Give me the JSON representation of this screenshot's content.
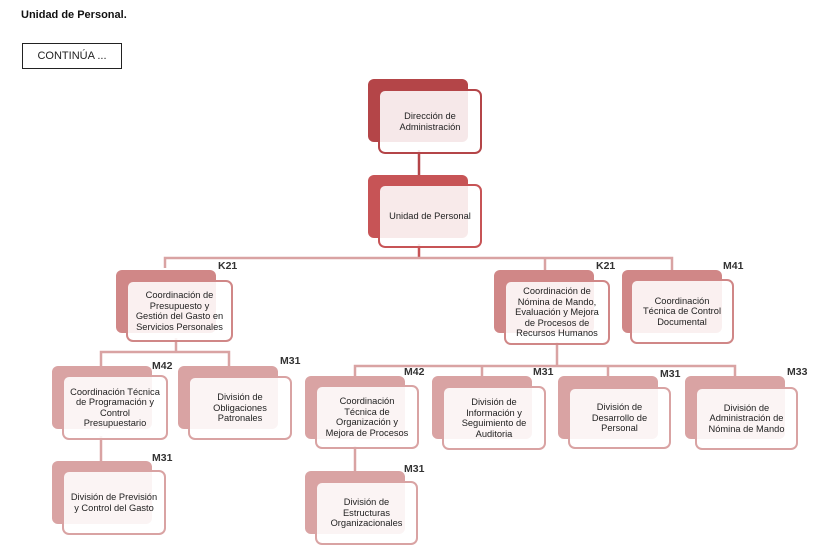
{
  "header": {
    "title": "Unidad de Personal.",
    "continue_button": "CONTINÚA ..."
  },
  "colors": {
    "level1": "#b44548",
    "level2": "#c75456",
    "level3": "#d08787",
    "level4": "#d9a3a3"
  },
  "nodes": [
    {
      "id": "direccion-administracion",
      "label": "Dirección de Administración",
      "level": 1,
      "code": ""
    },
    {
      "id": "unidad-personal",
      "label": "Unidad de Personal",
      "level": 2,
      "code": ""
    },
    {
      "id": "coord-presupuesto",
      "label": "Coordinación de Presupuesto y Gestión del Gasto en Servicios Personales",
      "level": 3,
      "code": "K21"
    },
    {
      "id": "coord-nomina-mando",
      "label": "Coordinación de Nómina de Mando, Evaluación y Mejora de Procesos de Recursos Humanos",
      "level": 3,
      "code": "K21"
    },
    {
      "id": "coord-control-documental",
      "label": "Coordinación Técnica de Control Documental",
      "level": 3,
      "code": "M41"
    },
    {
      "id": "coord-programacion",
      "label": "Coordinación Técnica de Programación y Control Presupuestario",
      "level": 4,
      "code": "M42"
    },
    {
      "id": "div-obligaciones",
      "label": "División de Obligaciones Patronales",
      "level": 4,
      "code": "M31"
    },
    {
      "id": "coord-organizacion",
      "label": "Coordinación Técnica de Organización y Mejora de Procesos",
      "level": 4,
      "code": "M42"
    },
    {
      "id": "div-informacion",
      "label": "División de Información y Seguimiento de Auditoria",
      "level": 4,
      "code": "M31"
    },
    {
      "id": "div-desarrollo",
      "label": "División de Desarrollo de Personal",
      "level": 4,
      "code": "M31"
    },
    {
      "id": "div-admin-nomina",
      "label": "División de Administración de Nómina de Mando",
      "level": 4,
      "code": "M33"
    },
    {
      "id": "div-prevision",
      "label": "División de Previsión y Control del Gasto",
      "level": 4,
      "code": "M31"
    },
    {
      "id": "div-estructuras",
      "label": "División de Estructuras Organizacionales",
      "level": 4,
      "code": "M31"
    }
  ]
}
